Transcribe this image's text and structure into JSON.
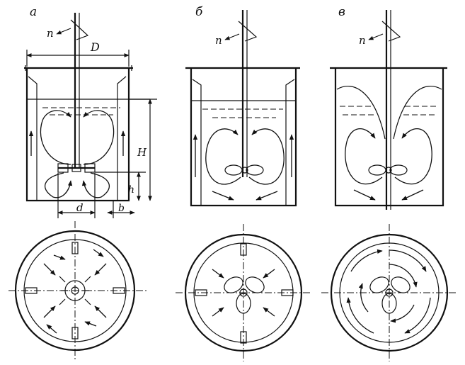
{
  "panels": [
    {
      "letter": "а",
      "type": "turbine"
    },
    {
      "letter": "б",
      "type": "propeller-baffled"
    },
    {
      "letter": "в",
      "type": "propeller-unbaffled"
    }
  ],
  "labels": {
    "rotation": "n",
    "tank_diameter": "D",
    "liquid_height": "H",
    "impeller_height": "h",
    "impeller_diameter": "d",
    "baffle_width": "b"
  },
  "colors": {
    "ink": "#111111",
    "background": "#ffffff"
  }
}
